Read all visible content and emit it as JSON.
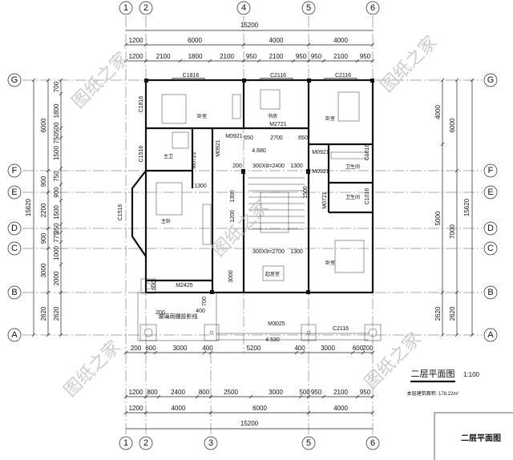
{
  "drawing": {
    "title": "二层平面图",
    "scale": "1:100",
    "area_note": "本层建筑面积: 178.22m²",
    "titleblock": "二层平面图",
    "watermark": "图纸之家",
    "axes": {
      "top": [
        "1",
        "2",
        "4",
        "5",
        "6"
      ],
      "bottom": [
        "1",
        "2",
        "3",
        "5",
        "6"
      ],
      "rows": [
        "G",
        "F",
        "E",
        "D",
        "C",
        "B",
        "A"
      ]
    },
    "dims": {
      "top_total": "15200",
      "top_row1": [
        "1200",
        "6000",
        "4000",
        "4000"
      ],
      "top_row2": [
        "1200",
        "2100",
        "1800",
        "2100",
        "950",
        "2100",
        "950",
        "950",
        "2100",
        "950"
      ],
      "bottom_inner": [
        "200",
        "600",
        "3000",
        "400",
        "5200",
        "400",
        "3000",
        "600",
        "200"
      ],
      "bottom_row1": [
        "1200",
        "800",
        "2400",
        "800",
        "2500",
        "3000",
        "500",
        "950",
        "2100",
        "950"
      ],
      "bottom_row2": [
        "1200",
        "4000",
        "6000",
        "4000"
      ],
      "bottom_total": "15200",
      "left_total": "15620",
      "left_col1": [
        "6000",
        "900",
        "2200",
        "900",
        "3000",
        "2620"
      ],
      "left_col2": [
        "700",
        "1800",
        "750500",
        "1500",
        "750",
        "900",
        "1500",
        "350",
        "775",
        "1000",
        "2000",
        "2620"
      ],
      "right_total": "15620",
      "right_col1": [
        "4000",
        "5000",
        "2620"
      ],
      "right_col2": [
        "6000",
        "7000",
        "2620"
      ]
    },
    "rooms": [
      "卧室",
      "书房",
      "卧室",
      "主卫",
      "主卧",
      "卫生间",
      "卫生间",
      "起居室",
      "卧室"
    ],
    "openings": [
      "C1816",
      "C2116",
      "C2116",
      "C1816",
      "M2721",
      "M0921",
      "M0921",
      "C1516",
      "M0721",
      "M0921",
      "M0921",
      "C1016",
      "C1016",
      "M0721",
      "C1516",
      "M2425",
      "M3025",
      "C2116"
    ],
    "annotations": [
      "650",
      "2700",
      "650",
      "4.680",
      "200",
      "300X8=2400",
      "1300",
      "1300",
      "300X9=2700",
      "1300",
      "3000",
      "4.530",
      "玻璃雨棚投影线",
      "700",
      "400",
      "200",
      "600",
      "1300",
      "1200",
      "1500"
    ]
  }
}
